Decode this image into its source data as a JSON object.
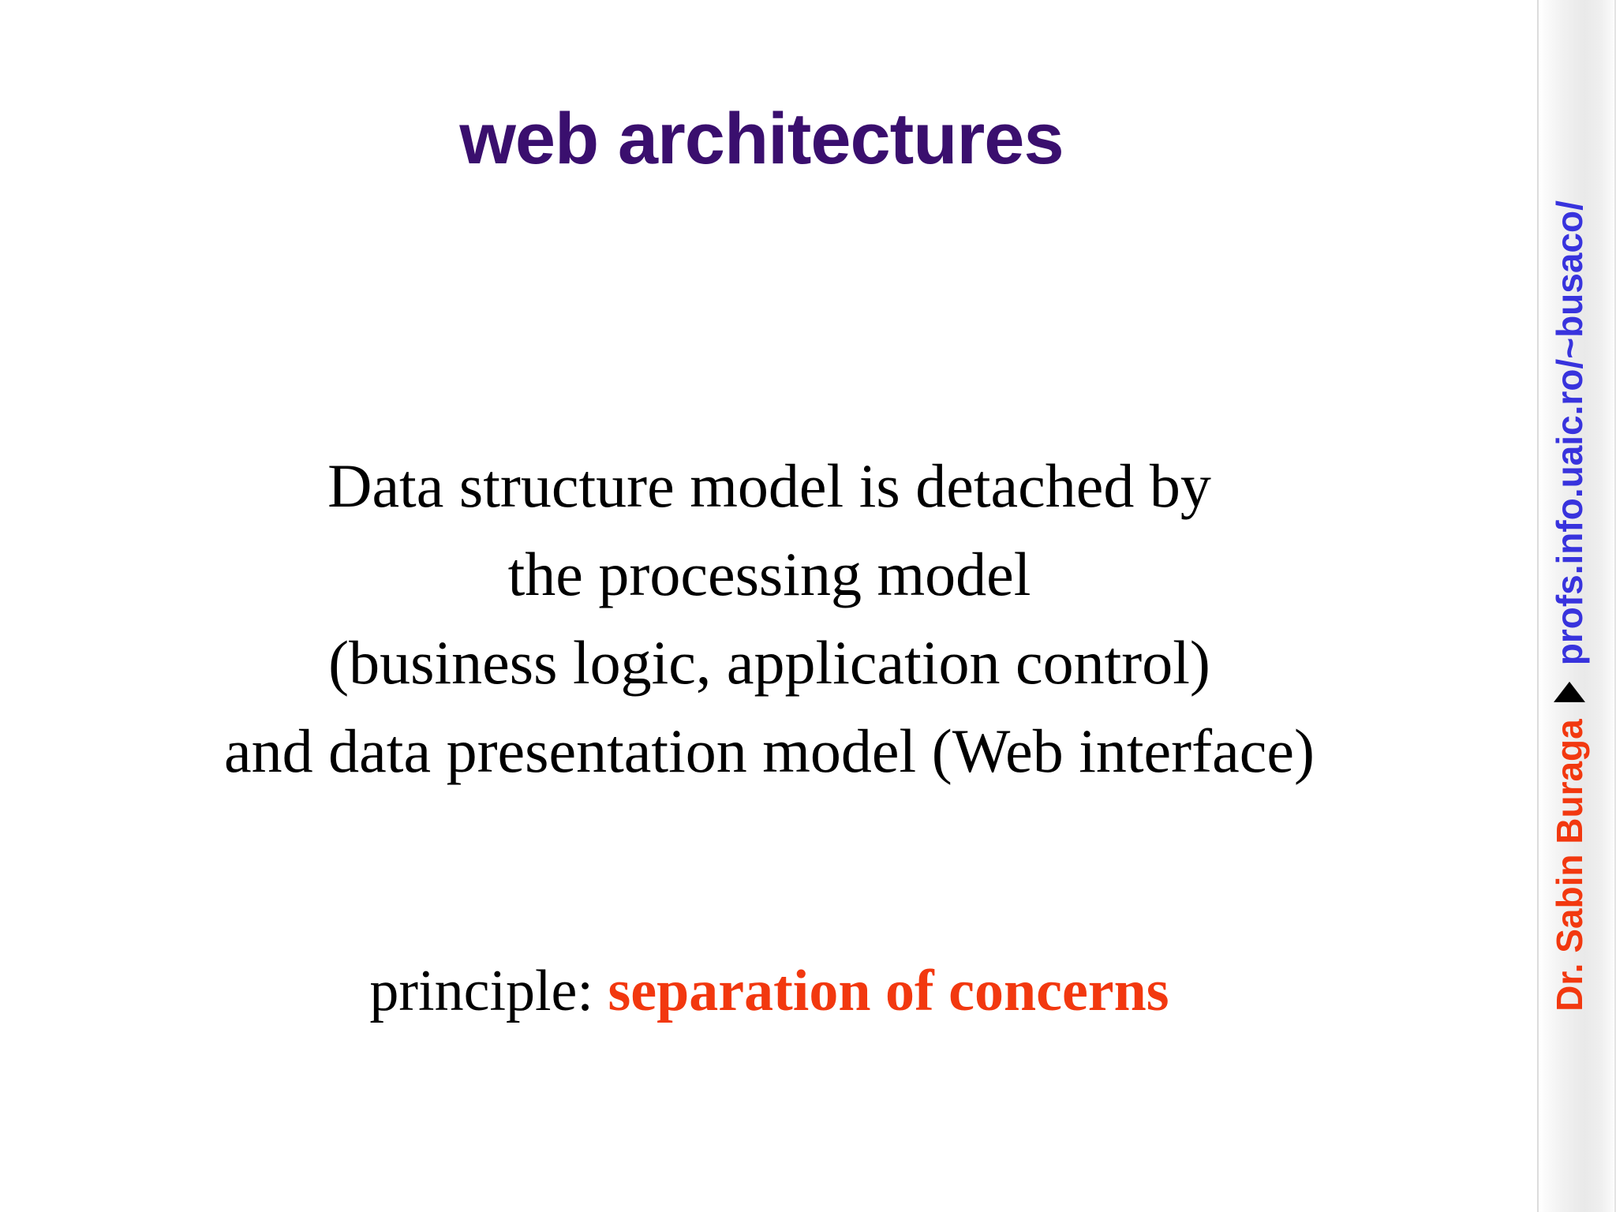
{
  "slide": {
    "title": "web architectures",
    "body_lines": [
      "Data structure model is detached by",
      "the processing model",
      "(business logic, application control)",
      "and data presentation model (Web interface)"
    ],
    "principle": {
      "label": "principle: ",
      "emphasis": "separation of concerns"
    }
  },
  "sidebar": {
    "author": "Dr. Sabin Buraga",
    "separator_icon": "triangle-up-icon",
    "url": "profs.info.uaic.ro/~busaco/"
  },
  "colors": {
    "background": "#ffffff",
    "title_purple": "#3a0f6e",
    "accent_orange": "#f2380f",
    "link_blue": "#3833dd",
    "body_black": "#000000",
    "sidebar_gray": "#e9e9e9"
  }
}
